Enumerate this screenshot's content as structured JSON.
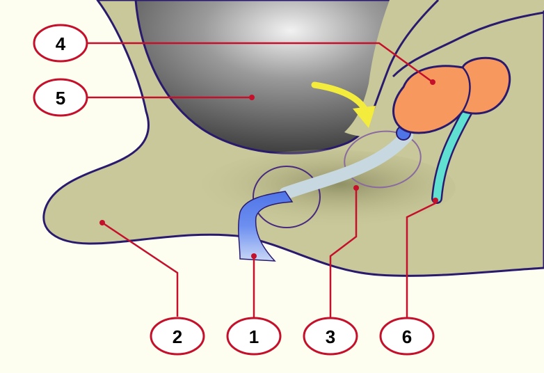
{
  "colors": {
    "background": "#fdfdf0",
    "tissue": "#c8c89a",
    "outline": "#2a1a6e",
    "leader": "#c4102a",
    "orange_structure": "#f7995e",
    "blue_duct": "#6d8ff0",
    "pale_duct": "#c8d8e0",
    "cyan_duct": "#5fe0d0",
    "dark_mass": "#3a3a3a",
    "arrow": "#f4ec3c"
  },
  "icons": {
    "arrow": "curved-arrow-icon"
  },
  "callouts": [
    {
      "id": "4",
      "label": "4"
    },
    {
      "id": "5",
      "label": "5"
    },
    {
      "id": "2",
      "label": "2"
    },
    {
      "id": "1",
      "label": "1"
    },
    {
      "id": "3",
      "label": "3"
    },
    {
      "id": "6",
      "label": "6"
    }
  ]
}
